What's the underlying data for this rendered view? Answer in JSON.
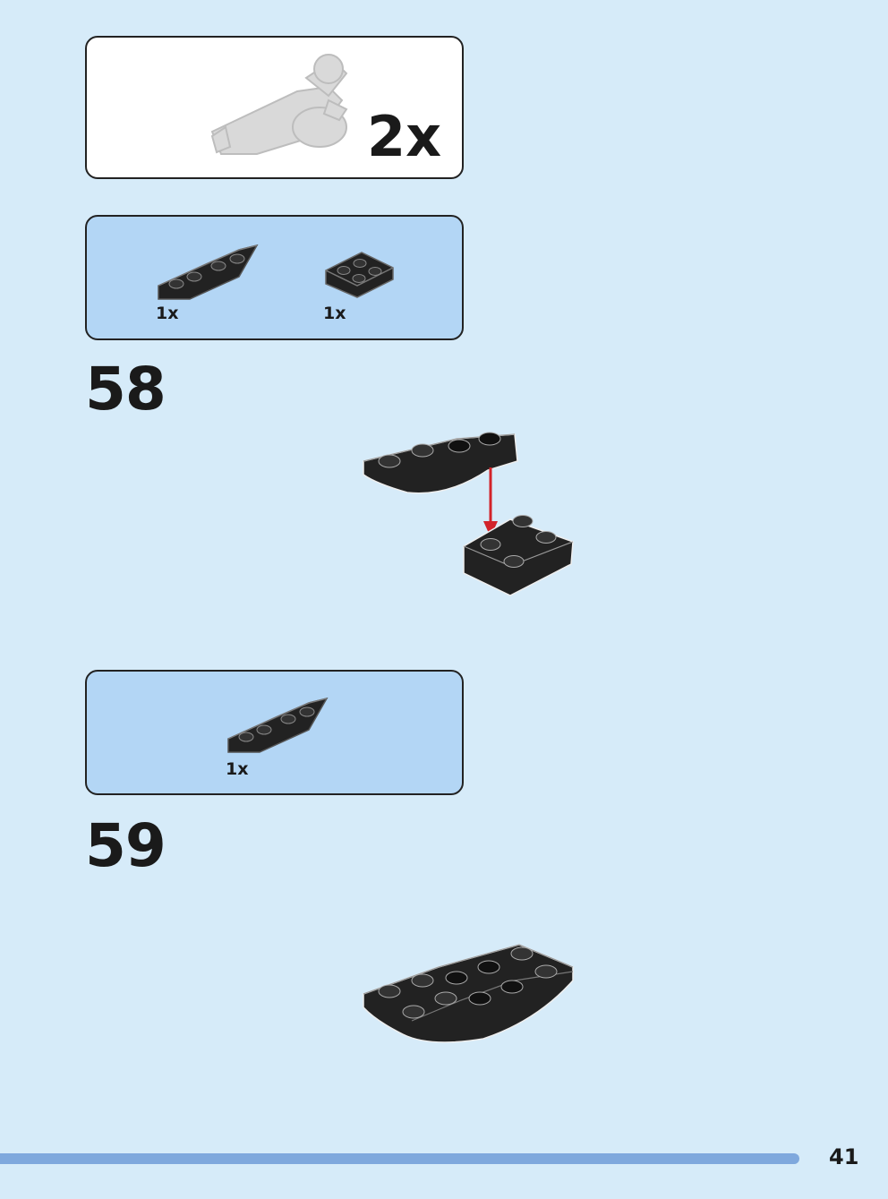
{
  "subassembly_callout": {
    "multiplier": "2x"
  },
  "step58": {
    "number": "58",
    "parts": [
      {
        "quantity": "1x",
        "icon": "black-curved-slope-brick"
      },
      {
        "quantity": "1x",
        "icon": "black-inverted-slope-2x2"
      }
    ],
    "arrow_color": "#d2232a"
  },
  "step59": {
    "number": "59",
    "parts": [
      {
        "quantity": "1x",
        "icon": "black-curved-slope-brick"
      }
    ]
  },
  "page_number": "41"
}
